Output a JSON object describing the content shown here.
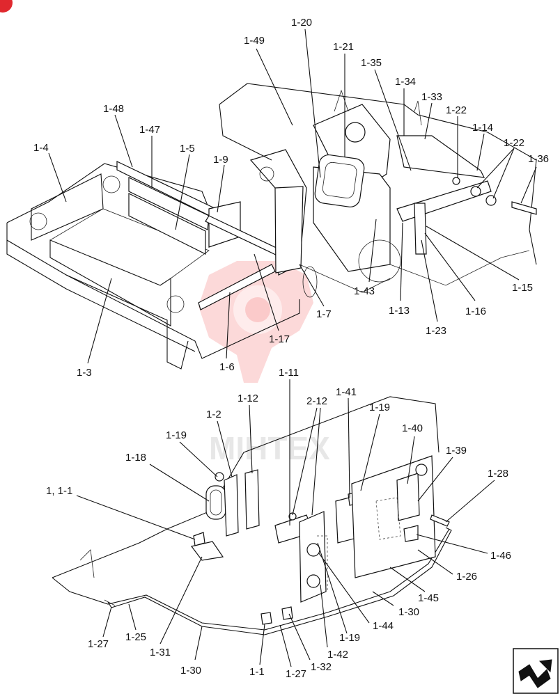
{
  "upper_labels": [
    {
      "id": "l-4",
      "text": "1-4"
    },
    {
      "id": "l-48",
      "text": "1-48"
    },
    {
      "id": "l-47",
      "text": "1-47"
    },
    {
      "id": "l-5",
      "text": "1-5"
    },
    {
      "id": "l-9",
      "text": "1-9"
    },
    {
      "id": "l-49",
      "text": "1-49"
    },
    {
      "id": "l-20",
      "text": "1-20"
    },
    {
      "id": "l-21",
      "text": "1-21"
    },
    {
      "id": "l-35",
      "text": "1-35"
    },
    {
      "id": "l-34",
      "text": "1-34"
    },
    {
      "id": "l-33",
      "text": "1-33"
    },
    {
      "id": "l-22a",
      "text": "1-22"
    },
    {
      "id": "l-14",
      "text": "1-14"
    },
    {
      "id": "l-22b",
      "text": "1-22"
    },
    {
      "id": "l-36",
      "text": "1-36"
    },
    {
      "id": "l-3",
      "text": "1-3"
    },
    {
      "id": "l-6",
      "text": "1-6"
    },
    {
      "id": "l-17",
      "text": "1-17"
    },
    {
      "id": "l-7",
      "text": "1-7"
    },
    {
      "id": "l-43",
      "text": "1-43"
    },
    {
      "id": "l-13",
      "text": "1-13"
    },
    {
      "id": "l-23",
      "text": "1-23"
    },
    {
      "id": "l-16",
      "text": "1-16"
    },
    {
      "id": "l-15",
      "text": "1-15"
    }
  ],
  "lower_labels": [
    {
      "id": "l-11",
      "text": "1-11"
    },
    {
      "id": "l-12",
      "text": "1-12"
    },
    {
      "id": "l-2",
      "text": "1-2"
    },
    {
      "id": "l-2-12",
      "text": "2-12"
    },
    {
      "id": "l-41",
      "text": "1-41"
    },
    {
      "id": "l-19a",
      "text": "1-19"
    },
    {
      "id": "l-19b",
      "text": "1-19"
    },
    {
      "id": "l-40",
      "text": "1-40"
    },
    {
      "id": "l-39",
      "text": "1-39"
    },
    {
      "id": "l-28",
      "text": "1-28"
    },
    {
      "id": "l-18",
      "text": "1-18"
    },
    {
      "id": "l-1-1",
      "text": "1, 1-1"
    },
    {
      "id": "l-46",
      "text": "1-46"
    },
    {
      "id": "l-26",
      "text": "1-26"
    },
    {
      "id": "l-45",
      "text": "1-45"
    },
    {
      "id": "l-30a",
      "text": "1-30"
    },
    {
      "id": "l-44",
      "text": "1-44"
    },
    {
      "id": "l-19c",
      "text": "1-19"
    },
    {
      "id": "l-42",
      "text": "1-42"
    },
    {
      "id": "l-32",
      "text": "1-32"
    },
    {
      "id": "l-27a",
      "text": "1-27"
    },
    {
      "id": "l-1",
      "text": "1-1"
    },
    {
      "id": "l-30b",
      "text": "1-30"
    },
    {
      "id": "l-31",
      "text": "1-31"
    },
    {
      "id": "l-25",
      "text": "1-25"
    },
    {
      "id": "l-27b",
      "text": "1-27"
    }
  ],
  "watermark_text": "MIHTEX",
  "colors": {
    "line": "#111111",
    "watermark": "#f05050",
    "badge": "#e0282e"
  },
  "icons": {
    "nav": "next-page-arrow-icon",
    "corner": "corner-badge-icon"
  }
}
